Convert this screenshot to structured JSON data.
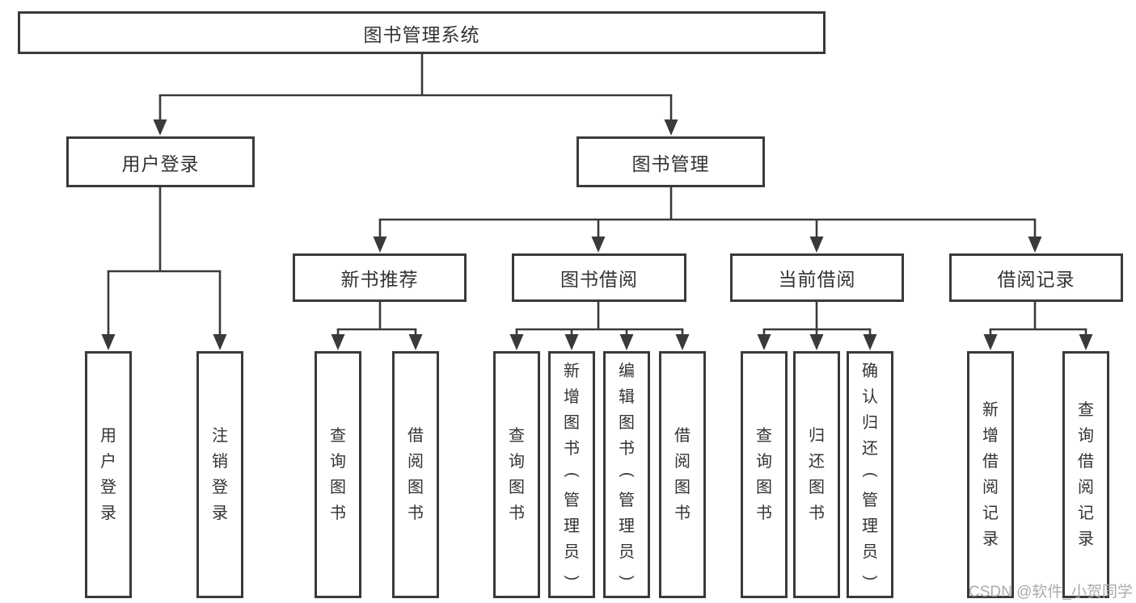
{
  "tree": {
    "root": "图书管理系统",
    "branches": [
      {
        "label": "用户登录",
        "children": [
          "用户登录",
          "注销登录"
        ]
      },
      {
        "label": "图书管理",
        "children": [
          {
            "label": "新书推荐",
            "children": [
              "查询图书",
              "借阅图书"
            ]
          },
          {
            "label": "图书借阅",
            "children": [
              "查询图书",
              "新增图书（管理员）",
              "编辑图书（管理员）",
              "借阅图书"
            ]
          },
          {
            "label": "当前借阅",
            "children": [
              "查询图书",
              "归还图书",
              "确认归还（管理员）"
            ]
          },
          {
            "label": "借阅记录",
            "children": [
              "新增借阅记录",
              "查询借阅记录"
            ]
          }
        ]
      }
    ]
  },
  "watermark": "CSDN @软件_小贺同学",
  "colors": {
    "line": "#3a3a3a",
    "text": "#333333",
    "watermark": "#ababab",
    "background": "#ffffff"
  }
}
